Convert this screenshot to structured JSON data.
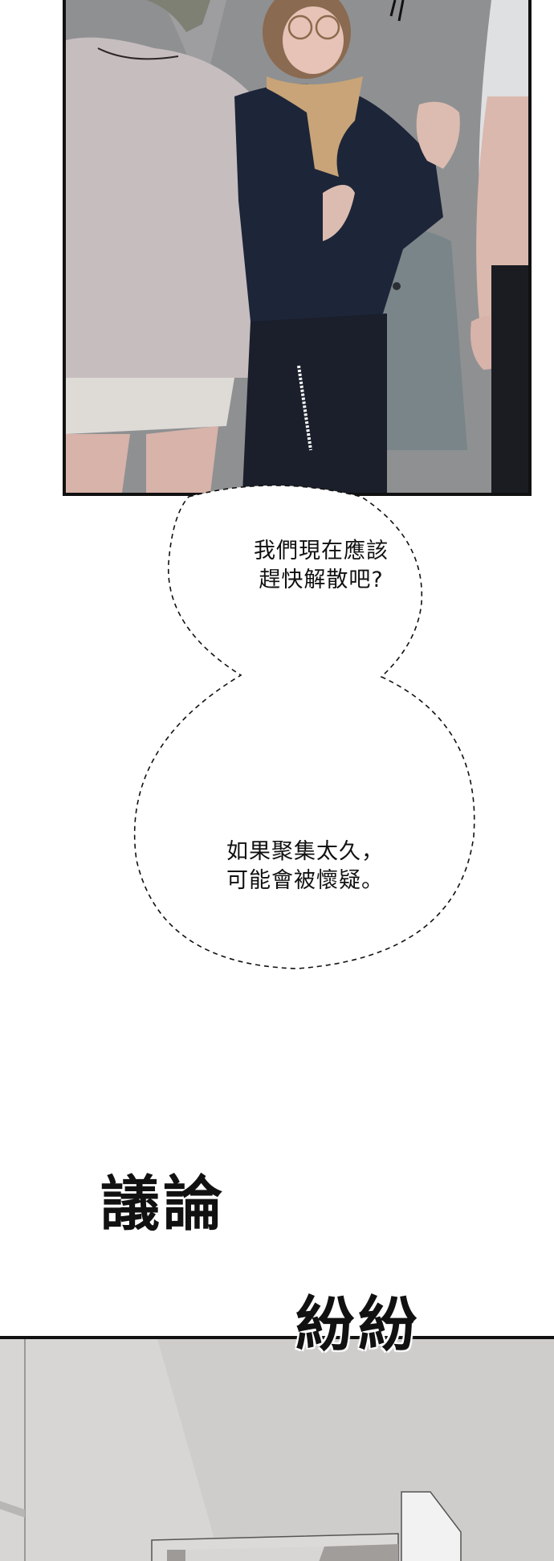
{
  "page": {
    "type": "webtoon-strip",
    "background": "#ffffff"
  },
  "panels": [
    {
      "id": "top",
      "description": "Three people standing indoors; a woman with glasses and a tan scarf in a navy sweater gestures nervously",
      "colors": {
        "border": "#111111",
        "background": "#8a8a8c",
        "hoodie": "#c9c0c2",
        "sweater": "#1c2436",
        "scarf": "#c9a57a",
        "skin": "#d9b8ae"
      }
    },
    {
      "id": "bottom",
      "description": "Plain grey interior wall with a doorway",
      "colors": {
        "border": "#111111",
        "wall": "#d6d4d2",
        "door": "#9b9795"
      }
    }
  ],
  "speech_bubbles": [
    {
      "id": "bubble-1",
      "style": "dashed",
      "lines": "我們現在應該\n趕快解散吧?"
    },
    {
      "id": "bubble-2",
      "style": "dashed",
      "lines": "如果聚集太久，\n可能會被懷疑。"
    }
  ],
  "sound_effects": [
    {
      "id": "sfx-1",
      "text": "議論"
    },
    {
      "id": "sfx-2",
      "text": "紛紛"
    }
  ]
}
